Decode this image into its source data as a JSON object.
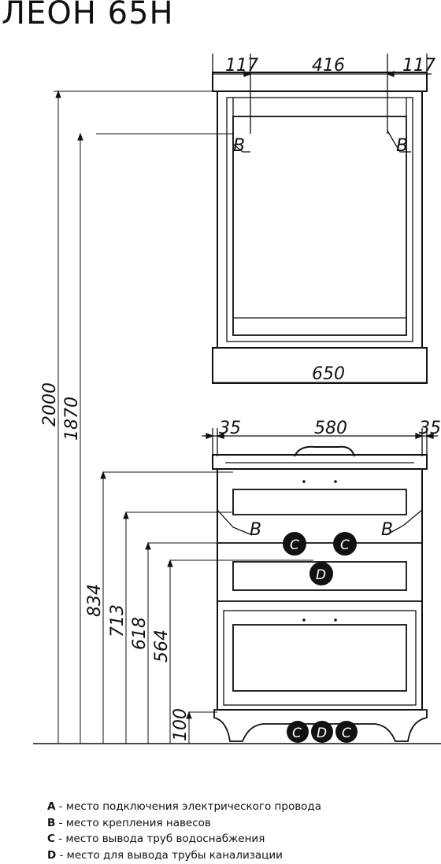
{
  "title": "ЛЕОН 65Н",
  "mirror": {
    "top_dims": [
      "117",
      "416",
      "117"
    ],
    "width_dim": "650",
    "mount_marker": "B"
  },
  "cabinet": {
    "top_dims": [
      "35",
      "580",
      "35"
    ],
    "mount_marker": "B",
    "water_marker": "C",
    "drain_marker": "D"
  },
  "heights": [
    "2000",
    "1870",
    "834",
    "713",
    "618",
    "564",
    "100"
  ],
  "legend": [
    {
      "key": "A",
      "text": " - место подключения электрического провода"
    },
    {
      "key": "B",
      "text": " - место крепления навесов"
    },
    {
      "key": "C",
      "text": " - место вывода труб водоснабжения"
    },
    {
      "key": "D",
      "text": " - место для вывода трубы канализации"
    }
  ]
}
